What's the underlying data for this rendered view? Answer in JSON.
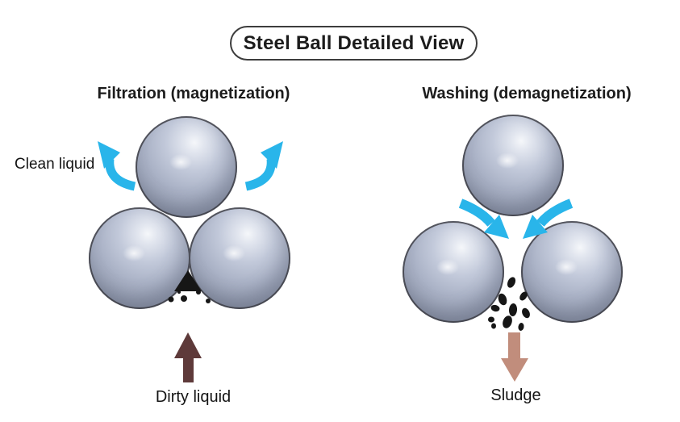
{
  "title": "Steel Ball Detailed View",
  "filtration": {
    "heading": "Filtration (magnetization)",
    "clean_liquid_label": "Clean liquid",
    "dirty_liquid_label": "Dirty liquid"
  },
  "washing": {
    "heading": "Washing (demagnetization)",
    "sludge_label": "Sludge"
  },
  "colors": {
    "flow_arrow": "#29b5ea",
    "dirty_liquid_arrow": "#5e3a3a",
    "sludge_arrow": "#c18d7c",
    "particles": "#161616",
    "outline": "#3d3d3d",
    "ball_base": "#aab2c6",
    "ball_highlight": "#f5f7fa",
    "ball_shadow": "#7b8396"
  }
}
